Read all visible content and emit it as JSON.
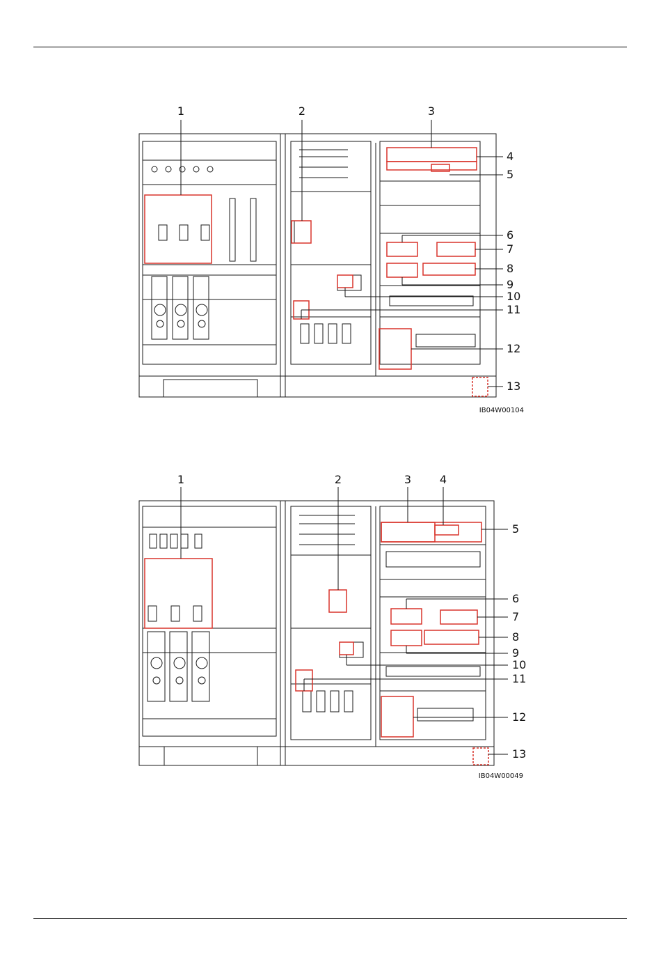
{
  "figures": [
    {
      "code": "IB04W00104",
      "callouts": [
        "1",
        "2",
        "3",
        "4",
        "5",
        "6",
        "7",
        "8",
        "9",
        "10",
        "11",
        "12",
        "13"
      ]
    },
    {
      "code": "IB04W00049",
      "callouts": [
        "1",
        "2",
        "3",
        "4",
        "5",
        "6",
        "7",
        "8",
        "9",
        "10",
        "11",
        "12",
        "13"
      ]
    }
  ],
  "colors": {
    "outline": "#1a1a1a",
    "highlight": "#d9342b",
    "callout_text": "#111111"
  }
}
